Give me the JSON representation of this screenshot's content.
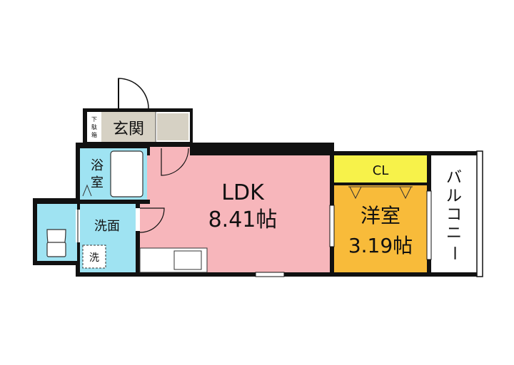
{
  "rooms": {
    "entrance": {
      "label": "玄関",
      "color": "#d6d1c4"
    },
    "shoe_box": {
      "label": "下駄箱",
      "chars": [
        "下",
        "駄",
        "箱"
      ]
    },
    "bath": {
      "label": "浴室",
      "line1": "浴",
      "line2": "室",
      "color": "#9fe3f2"
    },
    "washroom": {
      "label": "洗面",
      "color": "#9fe3f2"
    },
    "washer": {
      "label": "洗"
    },
    "toilet": {
      "color": "#9fe3f2"
    },
    "ldk": {
      "label": "LDK",
      "area": "8.41帖",
      "color": "#f7b6bb"
    },
    "closet": {
      "label": "CL",
      "color": "#f7f24a"
    },
    "western": {
      "label": "洋室",
      "area": "3.19帖",
      "color": "#f8bb3a"
    },
    "balcony": {
      "label": "バルコニー",
      "chars": [
        "バ",
        "ル",
        "コ",
        "ニ",
        "ー"
      ]
    }
  },
  "colors": {
    "wall": "#111111",
    "floor_white": "#ffffff"
  }
}
